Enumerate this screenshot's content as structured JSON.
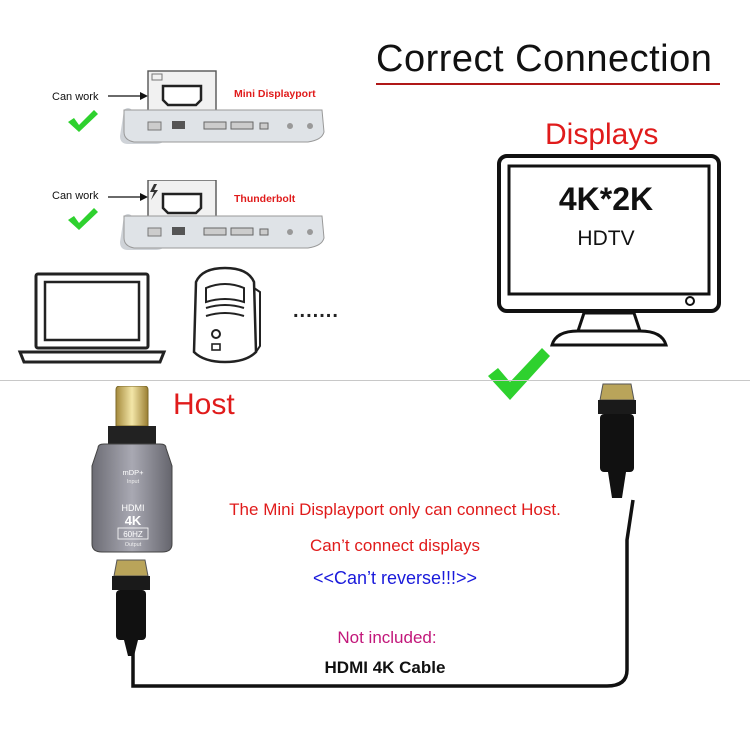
{
  "heading": "Correct Connection",
  "displays_label": "Displays",
  "monitor": {
    "resolution": "4K*2K",
    "type": "HDTV"
  },
  "host_label": "Host",
  "laptops": [
    {
      "status": "Can work",
      "port": "Mini Displayport"
    },
    {
      "status": "Can work",
      "port": "Thunderbolt"
    }
  ],
  "more_devices": ".......",
  "adapter": {
    "input_label": "mDP+",
    "input_sub": "Input",
    "output_brand": "HDMI",
    "output_res": "4K",
    "output_rate": "60HZ",
    "output_sub": "Output"
  },
  "notices": {
    "line1": "The Mini Displayport only can connect Host.",
    "line2": "Can’t connect displays",
    "line3": "<<Can’t reverse!!!>>"
  },
  "cable": {
    "not_included": "Not included:",
    "name": "HDMI 4K Cable"
  },
  "colors": {
    "accent_red": "#e01b1b",
    "blue": "#1a1adb",
    "magenta": "#c2177a",
    "check_green": "#2ed12e"
  }
}
